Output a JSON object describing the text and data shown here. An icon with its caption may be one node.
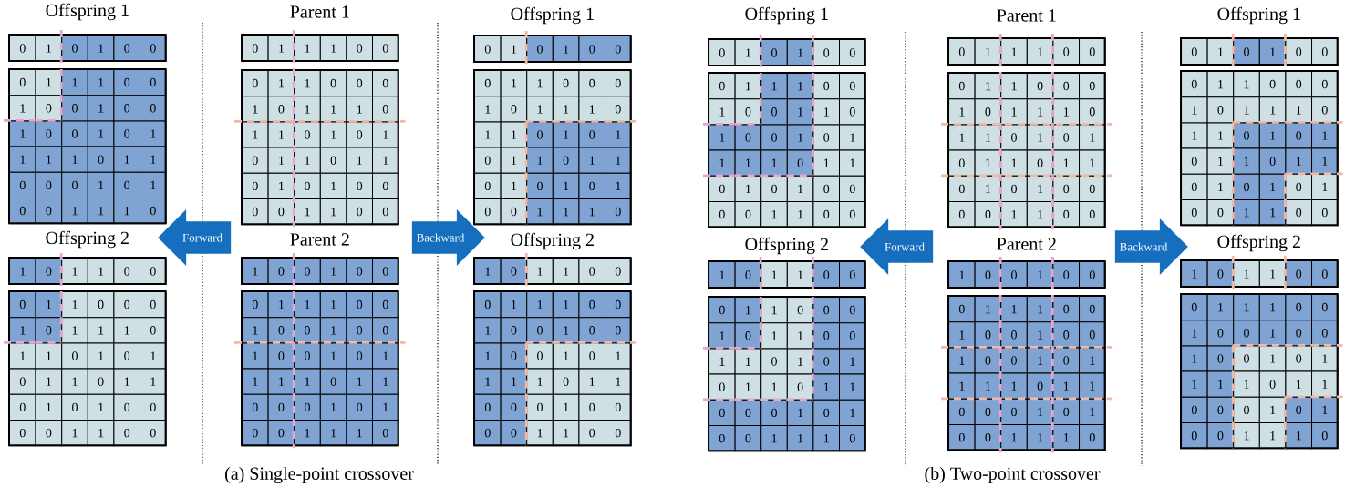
{
  "diagram": {
    "nodes": [
      {
        "text": [
          "Offspring 1"
        ]
      },
      {
        "text": [
          "Parent 1"
        ]
      },
      {
        "text": [
          "Offspring 1"
        ]
      },
      {
        "text": [
          "Offspring 2"
        ]
      },
      {
        "text": [
          "Parent 2"
        ]
      },
      {
        "text": [
          "Offspring 2"
        ]
      },
      {
        "text": [
          "Forward"
        ]
      },
      {
        "text": [
          "Backward"
        ]
      },
      {
        "text": [
          "Offspring 1"
        ]
      },
      {
        "text": [
          "Parent 1"
        ]
      },
      {
        "text": [
          "Offspring 1"
        ]
      },
      {
        "text": [
          "Offspring 2"
        ]
      },
      {
        "text": [
          "Parent 2"
        ]
      },
      {
        "text": [
          "Offspring 2"
        ]
      },
      {
        "text": [
          "Forward"
        ]
      },
      {
        "text": [
          "Backward"
        ]
      }
    ],
    "labels": [
      "0",
      "1",
      "0",
      "1",
      "0",
      "0",
      "0",
      "1",
      "1",
      "1",
      "0",
      "0",
      "1",
      "0",
      "0",
      "1",
      "0",
      "0",
      "1",
      "0",
      "0",
      "1",
      "0",
      "1",
      "1",
      "1",
      "1",
      "0",
      "1",
      "1",
      "0",
      "0",
      "0",
      "1",
      "0",
      "1",
      "0",
      "0",
      "1",
      "1",
      "1",
      "0",
      "0",
      "1",
      "1",
      "1",
      "0",
      "0",
      "0",
      "1",
      "1",
      "0",
      "0",
      "0",
      "1",
      "0",
      "1",
      "1",
      "1",
      "0",
      "1",
      "1",
      "0",
      "1",
      "0",
      "1",
      "0",
      "1",
      "1",
      "0",
      "1",
      "1",
      "0",
      "1",
      "0",
      "1",
      "0",
      "0",
      "0",
      "0",
      "1",
      "1",
      "0",
      "0",
      "0",
      "1",
      "0",
      "1",
      "0",
      "0",
      "0",
      "1",
      "1",
      "0",
      "0",
      "0",
      "1",
      "0",
      "1",
      "1",
      "1",
      "0",
      "1",
      "1",
      "0",
      "1",
      "0",
      "1",
      "0",
      "1",
      "1",
      "0",
      "1",
      "1",
      "0",
      "1",
      "0",
      "1",
      "0",
      "1",
      "0",
      "0",
      "1",
      "1",
      "1",
      "0",
      "1",
      "0",
      "1",
      "1",
      "0",
      "0",
      "0",
      "1",
      "1",
      "0",
      "0",
      "0",
      "1",
      "0",
      "1",
      "1",
      "1",
      "0",
      "1",
      "1",
      "0",
      "1",
      "0",
      "1",
      "0",
      "1",
      "1",
      "0",
      "1",
      "1",
      "0",
      "1",
      "0",
      "1",
      "0",
      "0",
      "0",
      "0",
      "1",
      "1",
      "0",
      "0",
      "1",
      "0",
      "0",
      "1",
      "0",
      "0",
      "0",
      "1",
      "1",
      "1",
      "0",
      "0",
      "1",
      "0",
      "0",
      "1",
      "0",
      "0",
      "1",
      "0",
      "0",
      "1",
      "0",
      "1",
      "1",
      "1",
      "1",
      "0",
      "1",
      "1",
      "0",
      "0",
      "0",
      "1",
      "0",
      "1",
      "0",
      "0",
      "1",
      "1",
      "1",
      "0",
      "1",
      "0",
      "1",
      "1",
      "0",
      "0",
      "0",
      "1",
      "1",
      "1",
      "0",
      "0",
      "1",
      "0",
      "0",
      "1",
      "0",
      "0",
      "1",
      "0",
      "0",
      "1",
      "0",
      "1",
      "1",
      "1",
      "1",
      "0",
      "1",
      "1",
      "0",
      "0",
      "0",
      "1",
      "0",
      "0",
      "0",
      "0",
      "1",
      "1",
      "0",
      "0",
      "0",
      "1",
      "0",
      "1",
      "0",
      "0",
      "0",
      "1",
      "1",
      "1",
      "0",
      "0",
      "1",
      "0",
      "0",
      "1",
      "1",
      "0",
      "1",
      "0",
      "0",
      "1",
      "0",
      "1",
      "1",
      "1",
      "1",
      "0",
      "1",
      "1",
      "0",
      "1",
      "0",
      "1",
      "0",
      "0",
      "0",
      "0",
      "1",
      "1",
      "0",
      "0",
      "0",
      "1",
      "1",
      "1",
      "0",
      "0",
      "0",
      "1",
      "1",
      "0",
      "0",
      "0",
      "1",
      "0",
      "1",
      "1",
      "1",
      "0",
      "1",
      "1",
      "0",
      "1",
      "0",
      "1",
      "0",
      "1",
      "1",
      "0",
      "1",
      "1",
      "0",
      "1",
      "0",
      "1",
      "0",
      "0",
      "0",
      "0",
      "1",
      "1",
      "0",
      "0",
      "0",
      "1",
      "0",
      "1",
      "0",
      "0",
      "0",
      "1",
      "1",
      "0",
      "0",
      "0",
      "1",
      "0",
      "1",
      "1",
      "1",
      "0",
      "1",
      "1",
      "0",
      "1",
      "0",
      "1",
      "0",
      "1",
      "1",
      "0",
      "1",
      "1",
      "0",
      "1",
      "0",
      "1",
      "0",
      "1",
      "0",
      "0",
      "1",
      "1",
      "0",
      "0",
      "1",
      "0",
      "1",
      "1",
      "0",
      "0",
      "0",
      "1",
      "1",
      "0",
      "0",
      "0",
      "1",
      "0",
      "1",
      "1",
      "0",
      "0",
      "1",
      "1",
      "0",
      "1",
      "0",
      "1",
      "0",
      "1",
      "1",
      "0",
      "1",
      "1",
      "0",
      "0",
      "0",
      "1",
      "0",
      "1",
      "0",
      "0",
      "1",
      "1",
      "1",
      "0",
      "1",
      "0",
      "0",
      "1",
      "0",
      "0",
      "0",
      "1",
      "1",
      "1",
      "0",
      "0",
      "1",
      "0",
      "0",
      "1",
      "0",
      "0",
      "1",
      "0",
      "0",
      "1",
      "0",
      "1",
      "1",
      "1",
      "1",
      "0",
      "1",
      "1",
      "0",
      "0",
      "0",
      "1",
      "0",
      "1",
      "0",
      "0",
      "1",
      "1",
      "1",
      "0",
      "1",
      "0",
      "1",
      "1",
      "0",
      "0",
      "0",
      "1",
      "1",
      "1",
      "0",
      "0",
      "1",
      "0",
      "0",
      "1",
      "0",
      "0",
      "1",
      "0",
      "0",
      "1",
      "0",
      "1",
      "1",
      "1",
      "1",
      "0",
      "1",
      "1",
      "0",
      "0",
      "0",
      "1",
      "0",
      "1",
      "0",
      "0",
      "1",
      "1",
      "1",
      "0",
      "(a) Single-point crossover",
      "(b) Two-point crossover"
    ]
  }
}
